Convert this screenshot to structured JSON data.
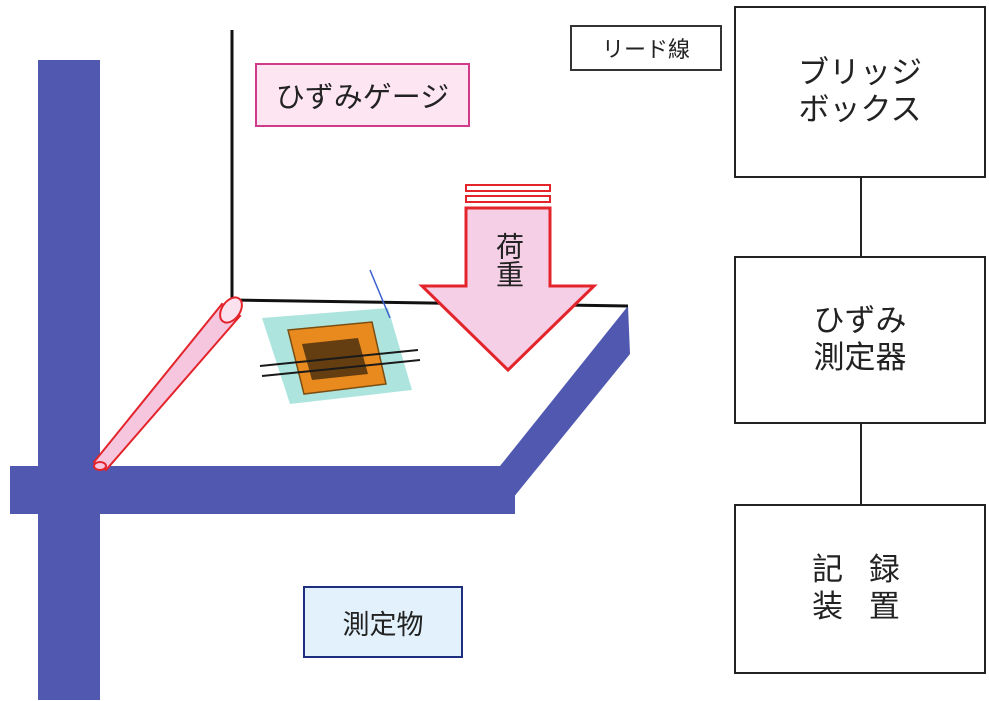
{
  "diagram": {
    "labels": {
      "strain_gauge": "ひずみゲージ",
      "lead_wire": "リード線",
      "load": "荷重",
      "test_object": "測定物"
    },
    "blocks": [
      {
        "text": "ブリッジ\nボックス"
      },
      {
        "text": "ひずみ\n測定器"
      },
      {
        "text": "記 録\n装 置"
      }
    ],
    "colors": {
      "structure": "#5058b0",
      "beam_edge": "#1f2f7f",
      "load_arrow_fill": "#f4cfe6",
      "load_arrow_stroke": "#e3242b",
      "gauge_label_border": "#d03a8a",
      "gauge_label_fill": "#fde6f2",
      "object_label_fill": "#e2f1fb",
      "strain_gauge_body": "#e98a1e",
      "strain_gauge_film": "#9fe0d8"
    }
  }
}
